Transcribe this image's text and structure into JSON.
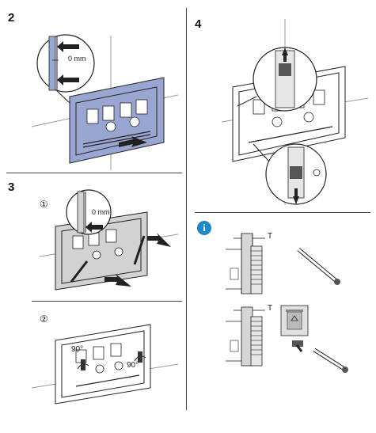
{
  "steps": {
    "s2": {
      "number": "2",
      "gap_label": "0 mm"
    },
    "s3": {
      "number": "3",
      "sub1": "①",
      "sub2": "②",
      "gap_label": "0 mm",
      "angle_left": "90°",
      "angle_right": "90°"
    },
    "s4": {
      "number": "4"
    }
  },
  "info": {
    "icon": "info-icon",
    "thickness_label_top": "T",
    "thickness_label_bottom": "T",
    "recycle_icon": "recycle-bin-icon"
  },
  "colors": {
    "panel_blue": "#9aa6d2",
    "panel_gray": "#d2d2d2",
    "info_blue": "#1f86c8",
    "line": "#1a1a1a"
  }
}
